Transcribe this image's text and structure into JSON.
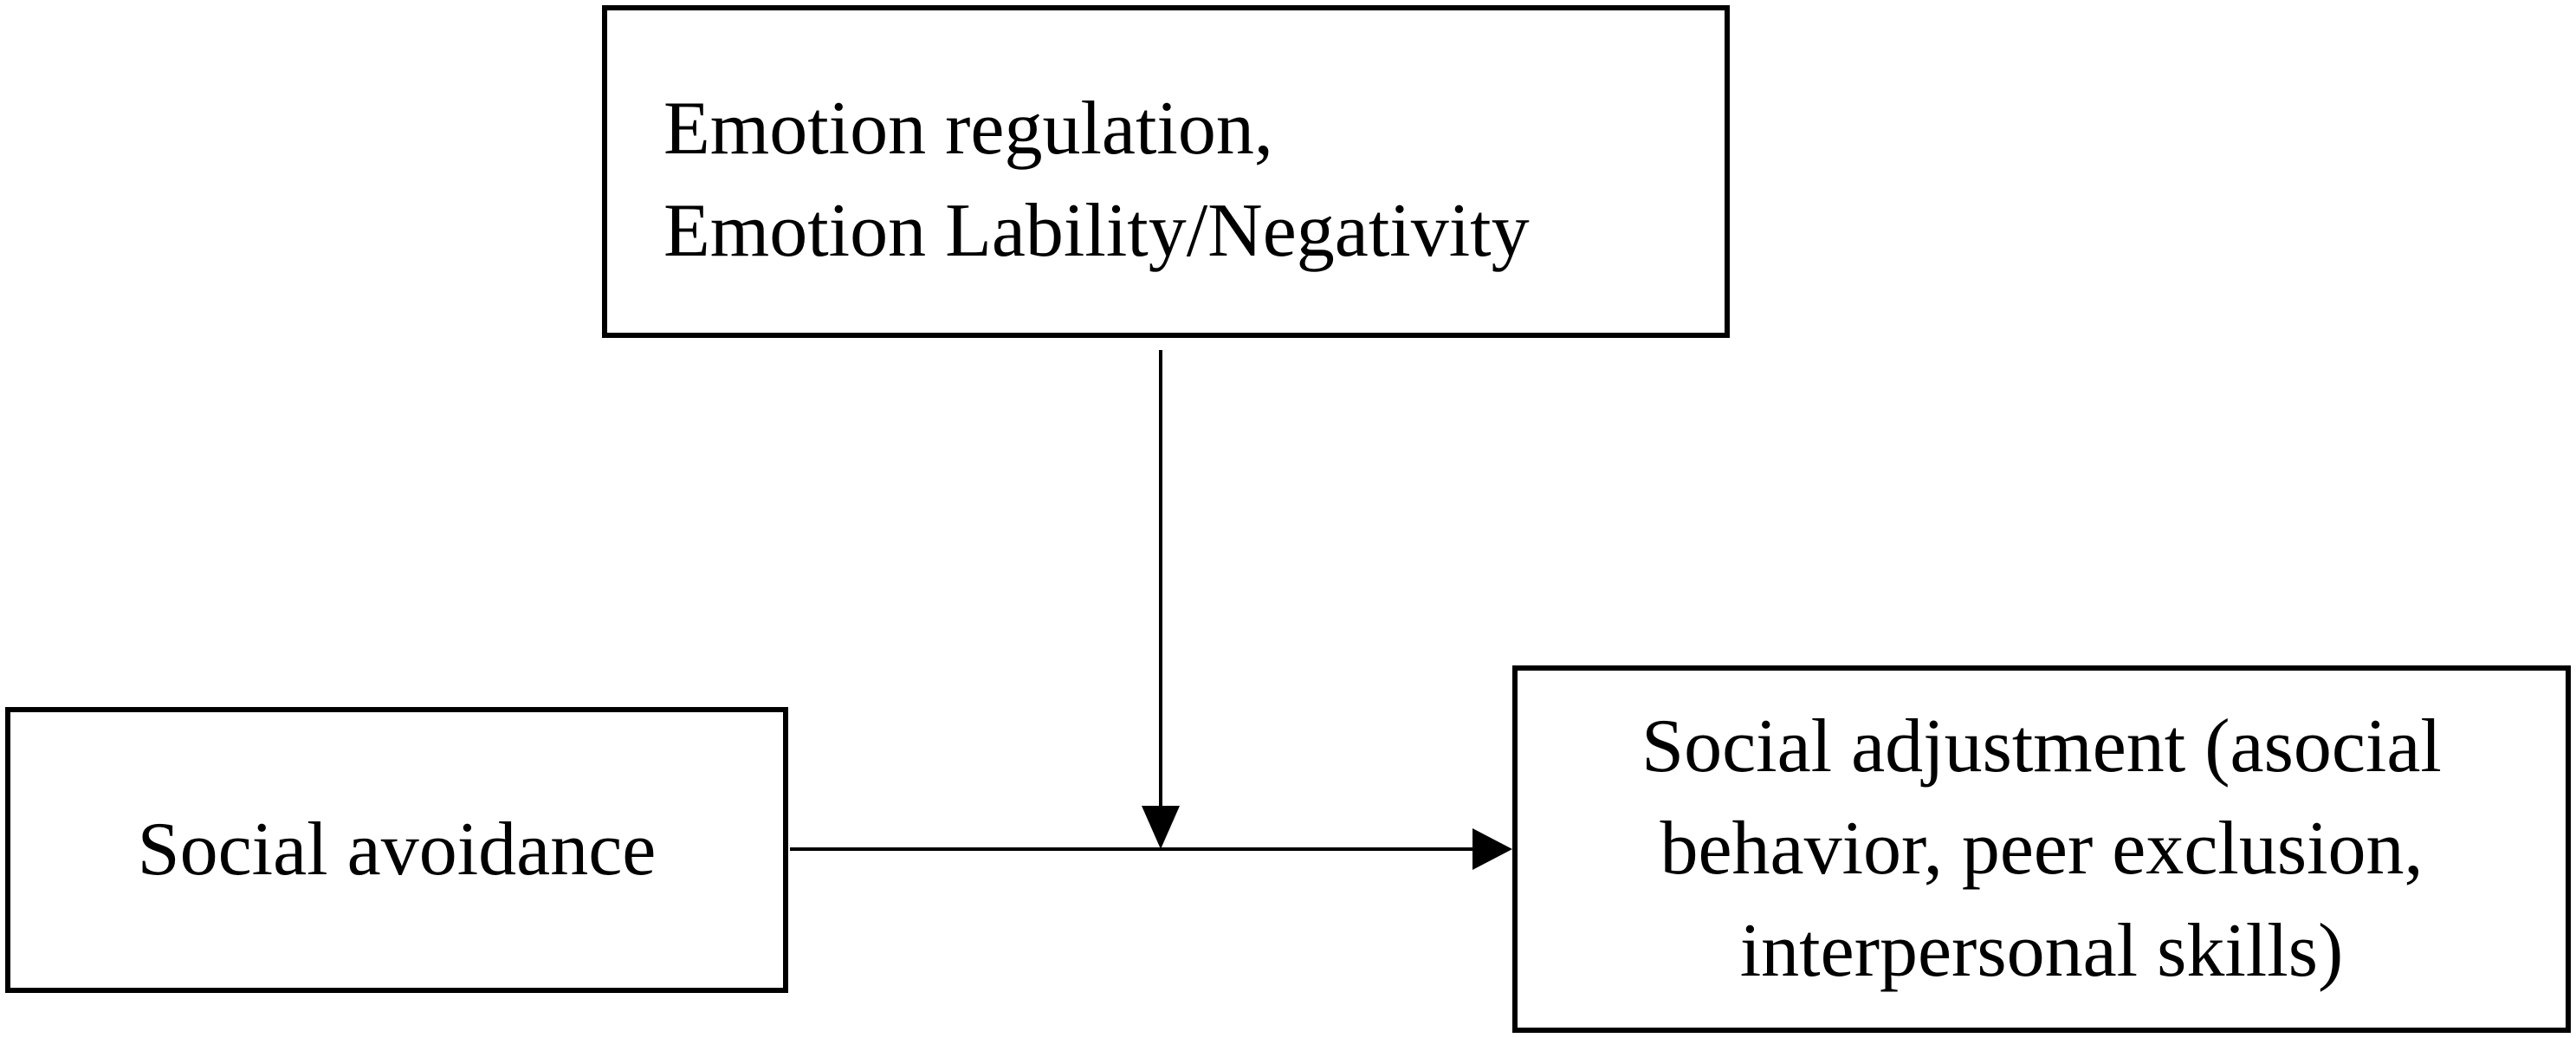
{
  "diagram": {
    "nodes": {
      "moderator": {
        "lines": [
          "Emotion regulation,",
          "Emotion Lability/Negativity"
        ]
      },
      "predictor": {
        "lines": [
          "Social avoidance"
        ]
      },
      "outcome": {
        "lines": [
          "Social adjustment (asocial",
          "behavior, peer exclusion,",
          "interpersonal skills)"
        ]
      }
    },
    "edges": [
      {
        "from": "predictor",
        "to": "outcome",
        "kind": "direct-effect"
      },
      {
        "from": "moderator",
        "to": "predictor-outcome-path",
        "kind": "moderation"
      }
    ]
  }
}
